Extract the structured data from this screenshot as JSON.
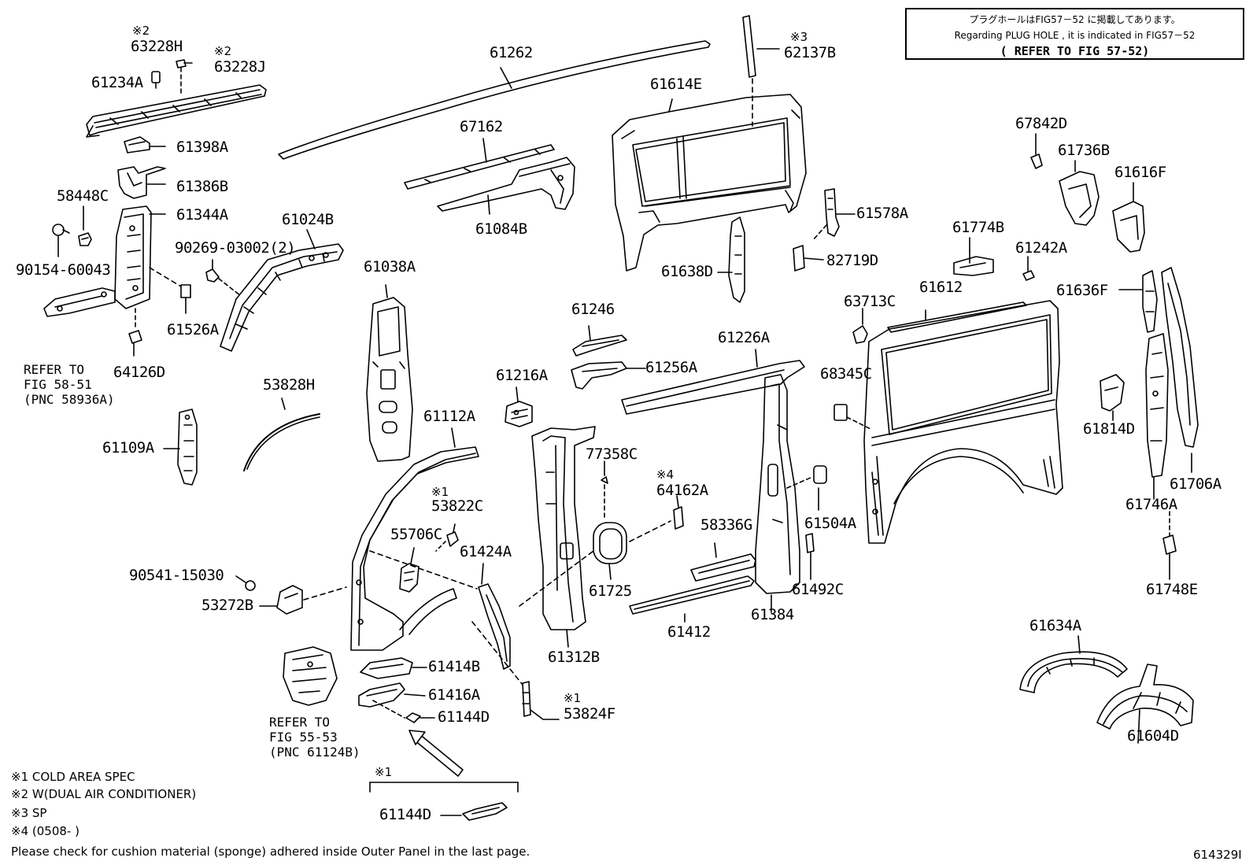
{
  "refbox": {
    "line1": "プラグホールはFIG57－52 に掲載してあります。",
    "line2": "Regarding PLUG HOLE , it is indicated in FIG57－52",
    "line3": "( REFER TO FIG 57-52)"
  },
  "labels": {
    "p63228H": "63228H",
    "p63228J": "63228J",
    "p61234A": "61234A",
    "p61398A": "61398A",
    "p61386B": "61386B",
    "p58448C": "58448C",
    "p61344A": "61344A",
    "p90154": "90154-60043",
    "p90269": "90269-03002(2)",
    "p61024B": "61024B",
    "p61526A": "61526A",
    "p64126D": "64126D",
    "p61262": "61262",
    "p67162": "67162",
    "p61084B": "61084B",
    "p62137B": "62137B",
    "p61614E": "61614E",
    "p61578A": "61578A",
    "p82719D": "82719D",
    "p61638D": "61638D",
    "p61038A": "61038A",
    "p53828H": "53828H",
    "p61109A": "61109A",
    "p61112A": "61112A",
    "p53822C": "53822C",
    "p55706C": "55706C",
    "p90541": "90541-15030",
    "p53272B": "53272B",
    "p61246": "61246",
    "p61256A": "61256A",
    "p61216A": "61216A",
    "p77358C": "77358C",
    "p64162A": "64162A",
    "p61424A": "61424A",
    "p61725": "61725",
    "p61312B": "61312B",
    "p61226A": "61226A",
    "p58336G": "58336G",
    "p61504A": "61504A",
    "p61384": "61384",
    "p61412": "61412",
    "p61492C": "61492C",
    "p63713C": "63713C",
    "p61612": "61612",
    "p68345C": "68345C",
    "p61774B": "61774B",
    "p61242A": "61242A",
    "p67842D": "67842D",
    "p61736B": "61736B",
    "p61616F": "61616F",
    "p61636F": "61636F",
    "p61814D": "61814D",
    "p61706A": "61706A",
    "p61746A": "61746A",
    "p61748E": "61748E",
    "p61634A": "61634A",
    "p61604D": "61604D",
    "p61414B": "61414B",
    "p61416A": "61416A",
    "p61144D_a": "61144D",
    "p53824F": "53824F",
    "p61144D_b": "61144D"
  },
  "marks": {
    "m1": "※1",
    "m2": "※2",
    "m3": "※3",
    "m4": "※4"
  },
  "refs": {
    "ref1_l1": "REFER TO",
    "ref1_l2": "FIG 58-51",
    "ref1_l3": "(PNC 58936A)",
    "ref2_l1": "REFER TO",
    "ref2_l2": "FIG 55-53",
    "ref2_l3": "(PNC 61124B)"
  },
  "legend": {
    "l1": "※1 COLD AREA SPEC",
    "l2": "※2 W(DUAL AIR CONDITIONER)",
    "l3": "※3 SP",
    "l4": "※4 (0508-      )"
  },
  "footer": {
    "note": "Please check for cushion material (sponge) adhered inside Outer Panel in the last page.",
    "code": "614329I"
  }
}
